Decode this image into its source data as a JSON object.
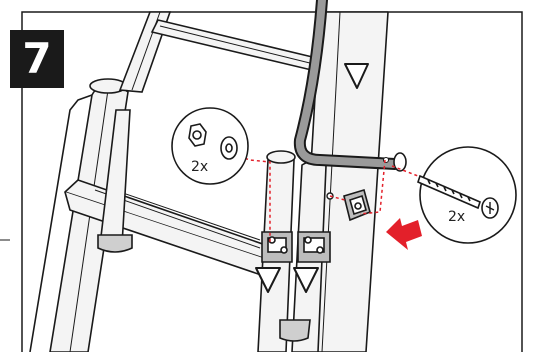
{
  "step": {
    "number": "7"
  },
  "callouts": {
    "washer_nut_qty": "2x",
    "screw_qty": "2x"
  },
  "colors": {
    "line": "#1a1a1a",
    "rail_fill": "#f2f2f2",
    "tube_fill": "#9a9a9a",
    "arrow_red": "#e3202a",
    "dash_red": "#e3202a",
    "background": "#ffffff"
  },
  "icons": {
    "badge": "step-number-badge",
    "direction": "red-arrow-icon",
    "washer": "washer-icon",
    "nut": "hex-nut-icon",
    "screw": "screw-icon",
    "clamp": "hinge-clamp-icon"
  }
}
